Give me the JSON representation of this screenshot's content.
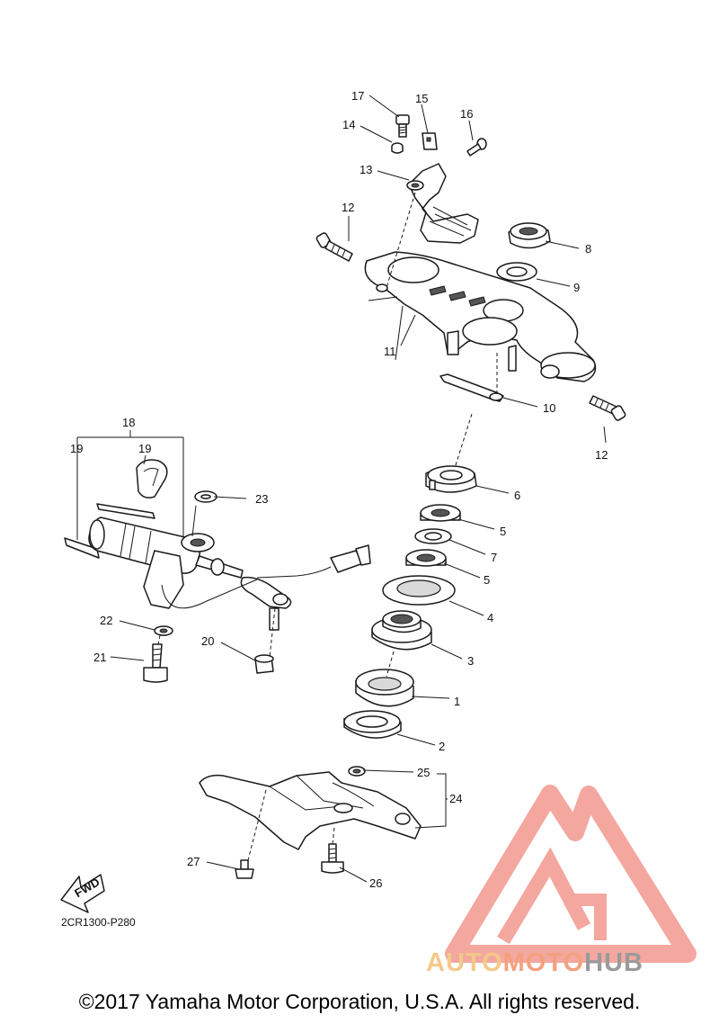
{
  "callouts": {
    "c1": "1",
    "c2": "2",
    "c3": "3",
    "c4": "4",
    "c5a": "5",
    "c5b": "5",
    "c6": "6",
    "c7": "7",
    "c8": "8",
    "c9": "9",
    "c10": "10",
    "c11": "11",
    "c12a": "12",
    "c12b": "12",
    "c13": "13",
    "c14": "14",
    "c15": "15",
    "c16": "16",
    "c17": "17",
    "c18": "18",
    "c19a": "19",
    "c19b": "19",
    "c20": "20",
    "c21": "21",
    "c22": "22",
    "c23": "23",
    "c24": "24",
    "c25": "25",
    "c26": "26",
    "c27": "27"
  },
  "fwd_label": "FWD",
  "diagram_code": "2CR1300-P280",
  "copyright": "©2017 Yamaha Motor Corporation, U.S.A. All rights reserved.",
  "watermark": {
    "part1": "AUTO",
    "part2": "MOTO",
    "part3": "HUB"
  },
  "colors": {
    "watermark_red": "#f08a80",
    "watermark_orange": "#f4a07f",
    "watermark_yellow": "#f3c98a",
    "watermark_gray": "#9a9a9a"
  }
}
